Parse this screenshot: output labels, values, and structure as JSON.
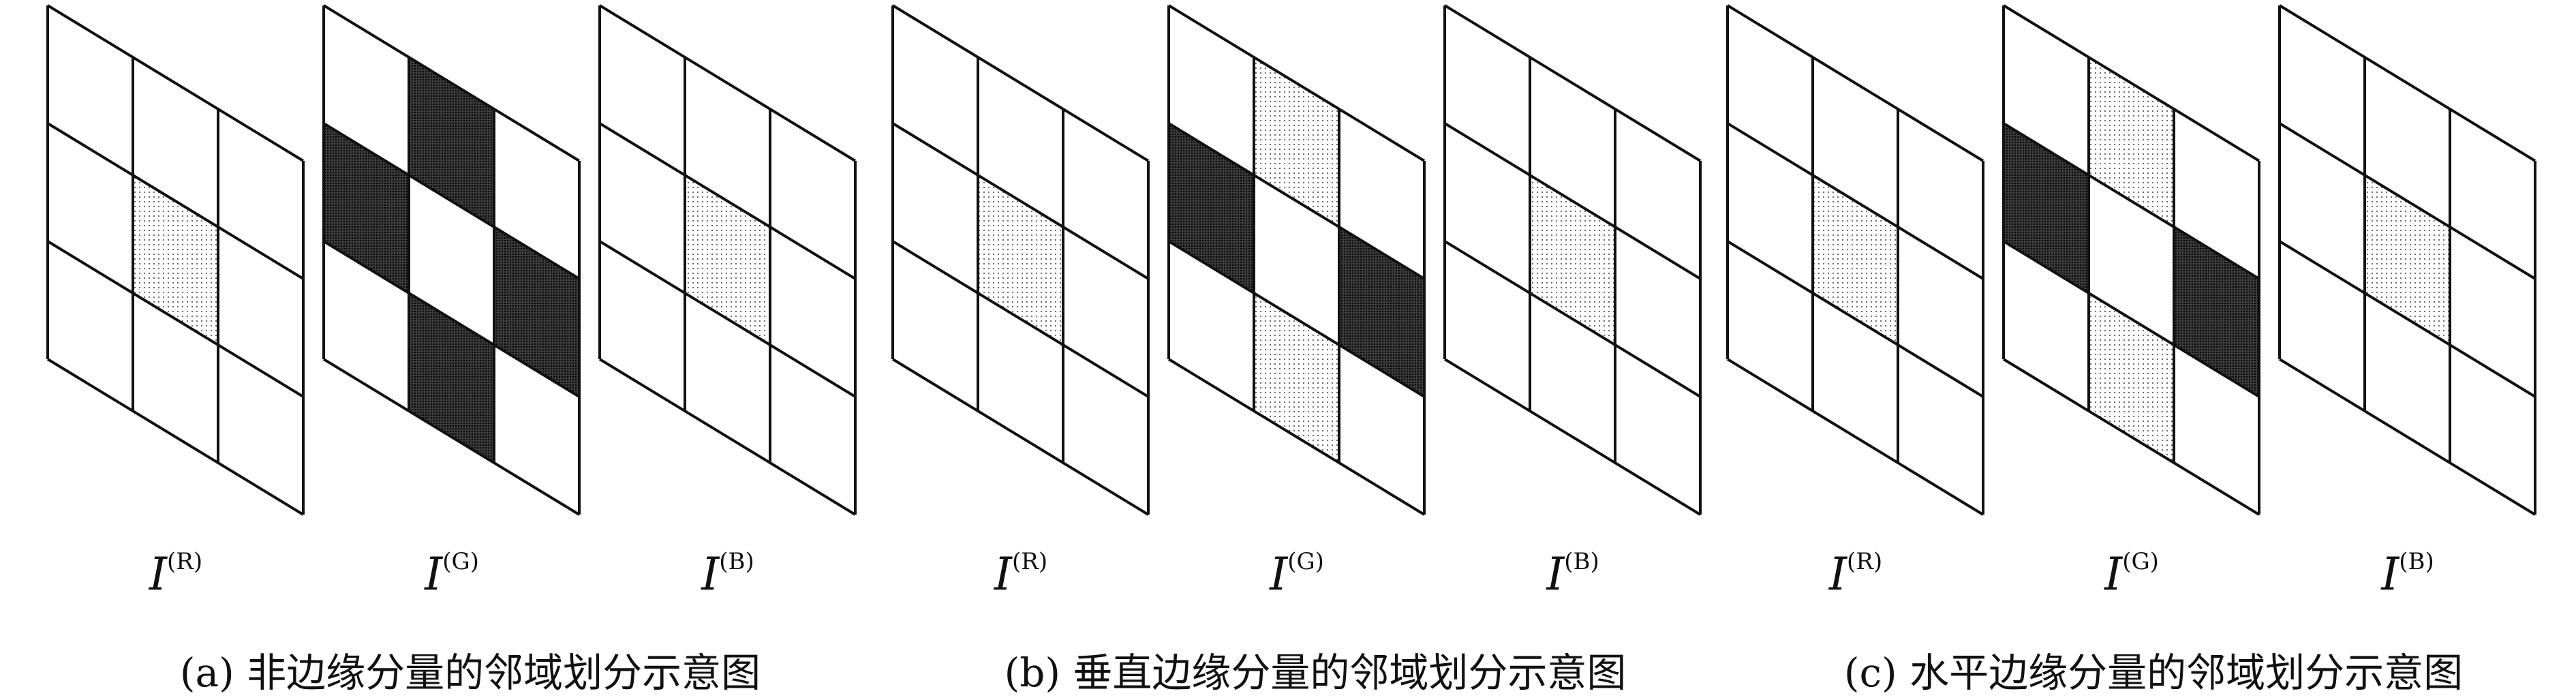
{
  "groups": [
    {
      "caption": "(a) 非边缘分量的邻域划分示意图",
      "panels": [
        {
          "var": "I",
          "sup": "(R)",
          "fills": [
            0,
            0,
            0,
            0,
            1,
            0,
            0,
            0,
            0
          ]
        },
        {
          "var": "I",
          "sup": "(G)",
          "fills": [
            0,
            2,
            0,
            2,
            0,
            2,
            0,
            2,
            0
          ]
        },
        {
          "var": "I",
          "sup": "(B)",
          "fills": [
            0,
            0,
            0,
            0,
            1,
            0,
            0,
            0,
            0
          ]
        }
      ]
    },
    {
      "caption": "(b) 垂直边缘分量的邻域划分示意图",
      "panels": [
        {
          "var": "I",
          "sup": "(R)",
          "fills": [
            0,
            0,
            0,
            0,
            1,
            0,
            0,
            0,
            0
          ]
        },
        {
          "var": "I",
          "sup": "(G)",
          "fills": [
            0,
            1,
            0,
            2,
            0,
            2,
            0,
            1,
            0
          ]
        },
        {
          "var": "I",
          "sup": "(B)",
          "fills": [
            0,
            0,
            0,
            0,
            1,
            0,
            0,
            0,
            0
          ]
        }
      ]
    },
    {
      "caption": "(c) 水平边缘分量的邻域划分示意图",
      "panels": [
        {
          "var": "I",
          "sup": "(R)",
          "fills": [
            0,
            0,
            0,
            0,
            1,
            0,
            0,
            0,
            0
          ]
        },
        {
          "var": "I",
          "sup": "(G)",
          "fills": [
            0,
            1,
            0,
            2,
            0,
            2,
            0,
            1,
            0
          ]
        },
        {
          "var": "I",
          "sup": "(B)",
          "fills": [
            0,
            0,
            0,
            0,
            1,
            0,
            0,
            0,
            0
          ]
        }
      ]
    }
  ]
}
